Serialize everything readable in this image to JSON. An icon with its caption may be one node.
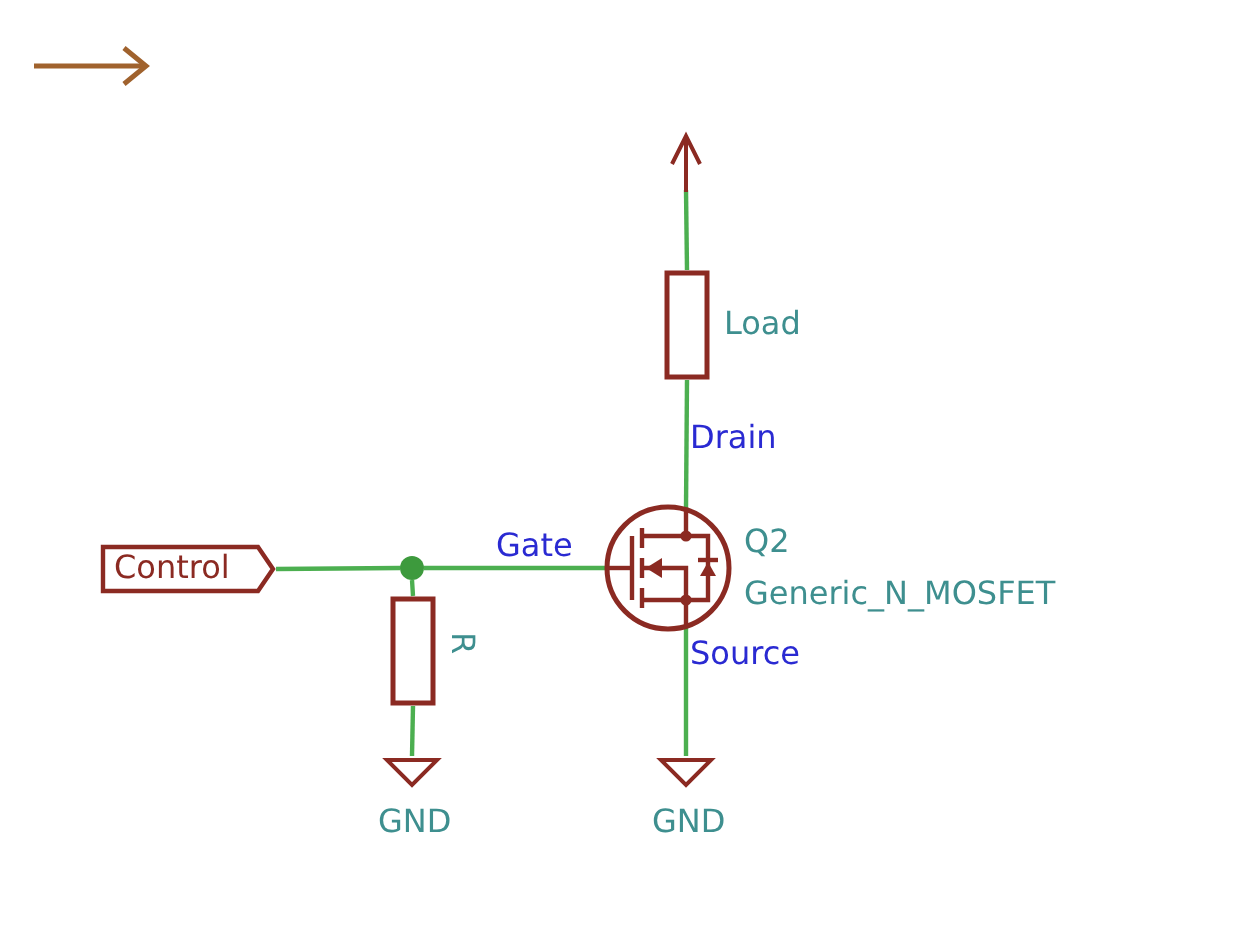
{
  "diagram": {
    "nodes": [
      {
        "text": [
          "Control"
        ]
      },
      {
        "text": [],
        "shape": "dot"
      },
      {
        "text": [],
        "shape": "box",
        "beside": [
          "R"
        ]
      },
      {
        "text": [],
        "shape": "ground",
        "beside": [
          "GND"
        ]
      },
      {
        "text": [],
        "shape": "arrow"
      },
      {
        "text": [],
        "shape": "box",
        "beside": [
          "Load"
        ]
      },
      {
        "text": [],
        "shape": "transistor",
        "beside": [
          "Q2",
          "Generic_N_MOSFET"
        ]
      },
      {
        "text": [],
        "shape": "ground",
        "beside": [
          "GND"
        ]
      }
    ],
    "edges": [
      {
        "from": 0,
        "to": 1,
        "arrow": "none"
      },
      {
        "from": 1,
        "to": 6,
        "arrow": "none"
      },
      {
        "from": 1,
        "to": 2,
        "arrow": "none"
      },
      {
        "from": 2,
        "to": 3,
        "arrow": "none"
      },
      {
        "from": 4,
        "to": 5,
        "arrow": "none"
      },
      {
        "from": 5,
        "to": 6,
        "arrow": "none"
      },
      {
        "from": 6,
        "to": 7,
        "arrow": "none"
      }
    ],
    "labels": [
      "Drain",
      "Gate",
      "Source"
    ]
  }
}
